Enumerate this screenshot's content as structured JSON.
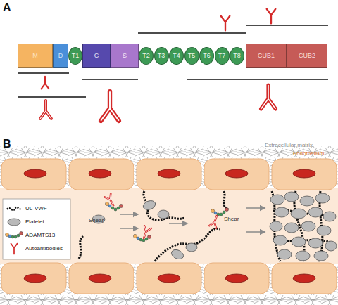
{
  "diagram": {
    "nodes": [
      {
        "text": [
          "M"
        ]
      },
      {
        "text": [
          "D"
        ]
      },
      {
        "text": [
          "T1"
        ]
      },
      {
        "text": [
          "C"
        ]
      },
      {
        "text": [
          "S"
        ]
      },
      {
        "text": [
          "T2"
        ]
      },
      {
        "text": [
          "T3"
        ]
      },
      {
        "text": [
          "T4"
        ]
      },
      {
        "text": [
          "T5"
        ]
      },
      {
        "text": [
          "T6"
        ]
      },
      {
        "text": [
          "T7"
        ]
      },
      {
        "text": [
          "T8"
        ]
      },
      {
        "text": [
          "CUB1"
        ]
      },
      {
        "text": [
          "CUB2"
        ]
      }
    ],
    "labels": [
      "A",
      "B",
      "Extracellular matrix",
      "Endothelium",
      "Shear",
      "Shear"
    ],
    "legend": [
      {
        "text": "UL-VWF"
      },
      {
        "text": "Platelet"
      },
      {
        "text": "ADAMTS13"
      },
      {
        "text": "Autoantibodies"
      }
    ]
  }
}
